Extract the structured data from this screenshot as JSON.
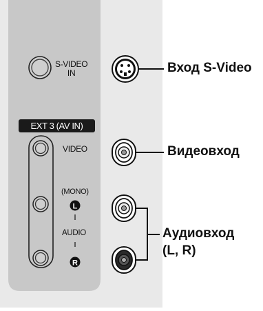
{
  "panel": {
    "svideo_in": [
      "S-VIDEO",
      "IN"
    ],
    "ext_tag": "EXT 3 (AV IN)",
    "video": "VIDEO",
    "mono": "(MONO)",
    "audio": "AUDIO",
    "left_badge": "L",
    "right_badge": "R"
  },
  "callouts": {
    "svideo": "Вход S-Video",
    "video": "Видеовход",
    "audio_line1": "Аудиовход",
    "audio_line2": "(L, R)"
  },
  "colors": {
    "panel_outer": "#e7e7e7",
    "panel_inner": "#c9c9c9",
    "jack_white": "#ffffff",
    "jack_red_dark": "#2a2a2a"
  }
}
